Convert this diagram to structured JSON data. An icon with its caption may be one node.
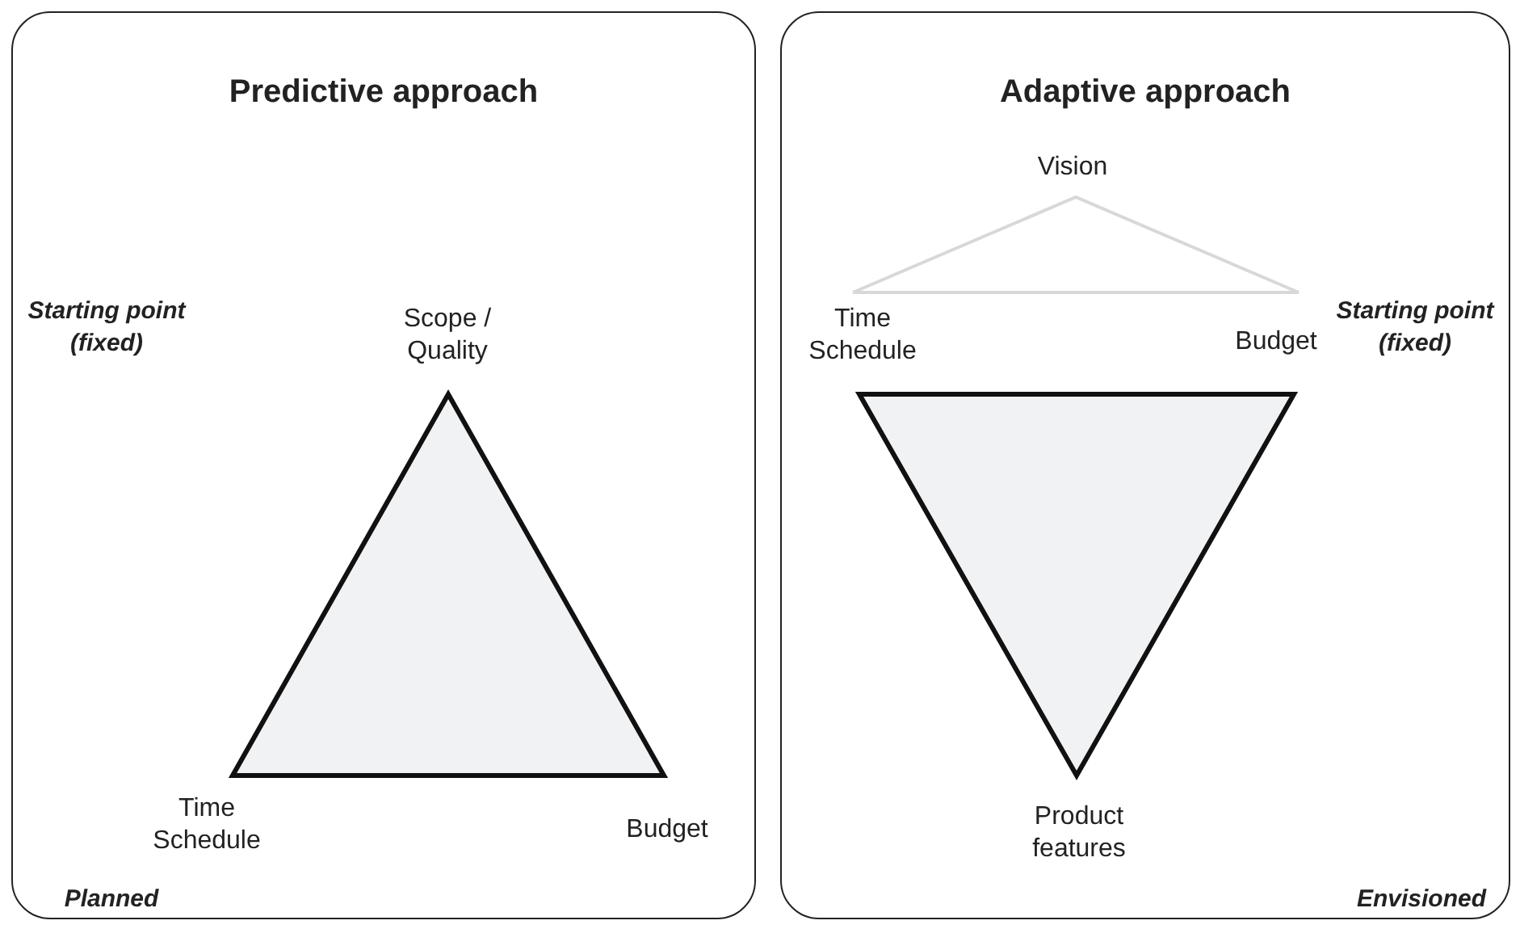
{
  "diagram": {
    "nodes": [
      {
        "text": [
          "Predictive approach"
        ]
      },
      {
        "text": [],
        "shape": "triangle",
        "in": 0
      },
      {
        "text": [
          "Adaptive approach"
        ]
      },
      {
        "text": [],
        "shape": "triangle",
        "in": 2
      },
      {
        "text": [],
        "shape": "triangle",
        "in": 2
      }
    ],
    "labels": [
      "Starting point (fixed)",
      "Scope / Quality",
      "Time Schedule",
      "Budget",
      "Planned",
      "Vision",
      "Time Schedule",
      "Budget",
      "Starting point (fixed)",
      "Product features",
      "Envisioned"
    ]
  }
}
